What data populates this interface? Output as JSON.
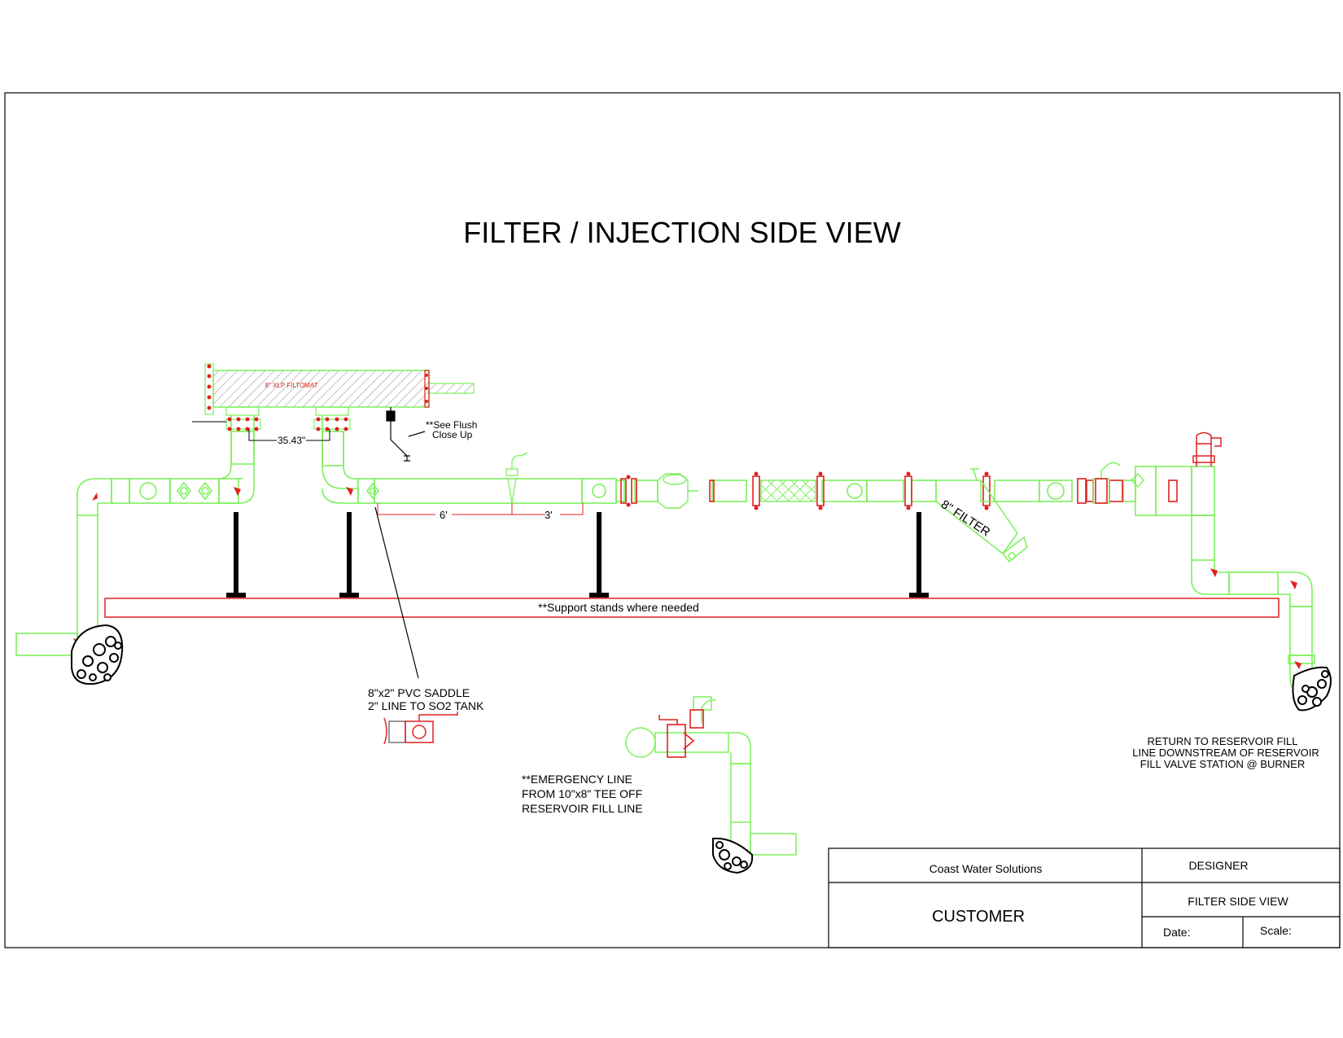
{
  "title": "FILTER / INJECTION SIDE VIEW",
  "colors": {
    "pipe": "#7CF05A",
    "fitting": "#E02020",
    "ink": "#000000",
    "hatch": "#9a9a9a"
  },
  "labels": {
    "filtomat": "8\" XLP FILTOMAT",
    "flush_line1": "**See Flush",
    "flush_line2": "Close Up",
    "dim_spacing": "35.43\"",
    "dim_6ft": "6'",
    "dim_3ft": "3'",
    "filter": "8\" FILTER",
    "support": "**Support stands where needed",
    "saddle_line1": "8\"x2\" PVC SADDLE",
    "saddle_line2": "2\" LINE TO SO2 TANK",
    "emergency_line1": "**EMERGENCY LINE",
    "emergency_line2": "FROM 10\"x8\" TEE OFF",
    "emergency_line3": "RESERVOIR FILL LINE",
    "return_line1": "RETURN TO RESERVOIR FILL",
    "return_line2": "LINE DOWNSTREAM OF RESERVOIR",
    "return_line3": "FILL VALVE STATION @ BURNER"
  },
  "title_block": {
    "company": "Coast Water Solutions",
    "designer": "DESIGNER",
    "customer": "CUSTOMER",
    "sheet_name": "FILTER SIDE VIEW",
    "date_label": "Date:",
    "scale_label": "Scale:"
  }
}
